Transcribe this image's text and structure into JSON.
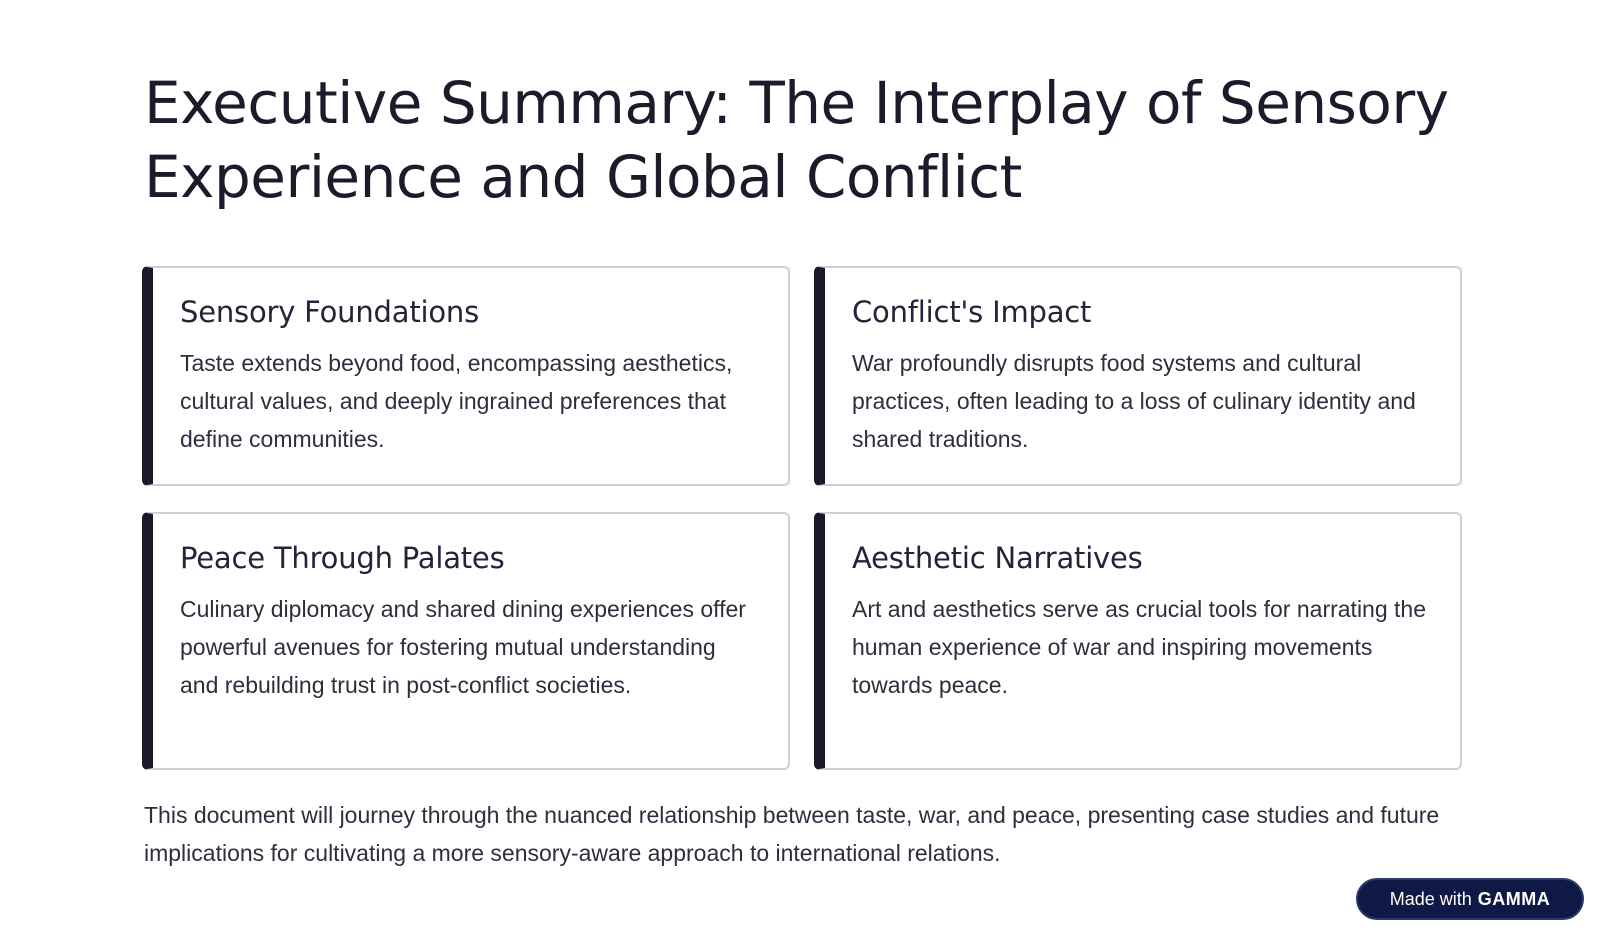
{
  "title": "Executive Summary: The Interplay of Sensory Experience and Global Conflict",
  "cards": [
    {
      "heading": "Sensory Foundations",
      "body": "Taste extends beyond food, encompassing aesthetics, cultural values, and deeply ingrained preferences that define communities."
    },
    {
      "heading": "Conflict's Impact",
      "body": "War profoundly disrupts food systems and cultural practices, often leading to a loss of culinary identity and shared traditions."
    },
    {
      "heading": "Peace Through Palates",
      "body": "Culinary diplomacy and shared dining experiences offer powerful avenues for fostering mutual understanding and rebuilding trust in post-conflict societies."
    },
    {
      "heading": "Aesthetic Narratives",
      "body": "Art and aesthetics serve as crucial tools for narrating the human experience of war and inspiring movements towards peace."
    }
  ],
  "summary": "This document will journey through the nuanced relationship between taste, war, and peace, presenting case studies and future implications for cultivating a more sensory-aware approach to international relations.",
  "badge": {
    "made_with": "Made with",
    "brand": "GAMMA"
  },
  "colors": {
    "accent_bar": "#1a1a2b",
    "card_border": "#cfcfd6",
    "badge_bg": "#0e1a45",
    "text": "#2e2e3e"
  }
}
